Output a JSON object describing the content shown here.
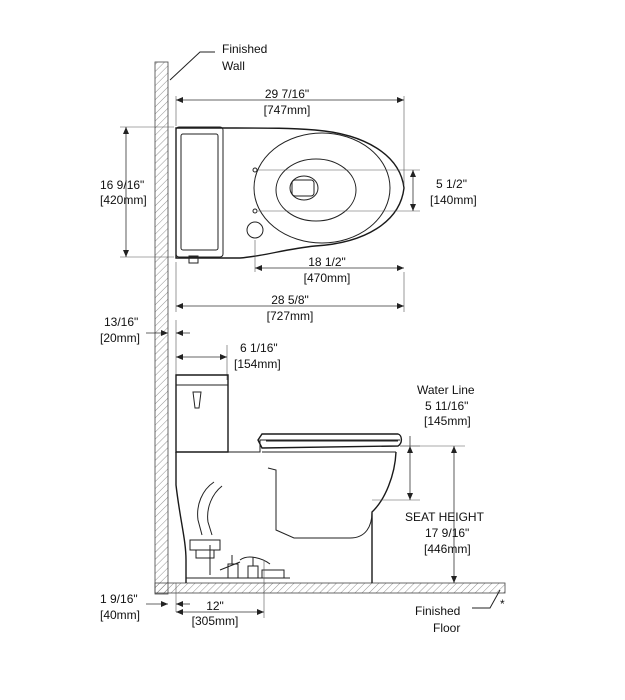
{
  "labels": {
    "wall_line1": "Finished",
    "wall_line2": "Wall",
    "floor_line1": "Finished",
    "floor_line2": "Floor",
    "asterisk": "*",
    "water_line": "Water Line",
    "seat_height": "SEAT HEIGHT"
  },
  "dimensions": {
    "overall_length": {
      "imperial": "29 7/16\"",
      "metric": "[747mm]"
    },
    "tank_depth": {
      "imperial": "16 9/16\"",
      "metric": "[420mm]"
    },
    "bowl_width": {
      "imperial": "5 1/2\"",
      "metric": "[140mm]"
    },
    "bolt_to_front": {
      "imperial": "18 1/2\"",
      "metric": "[470mm]"
    },
    "base_length": {
      "imperial": "28 5/8\"",
      "metric": "[727mm]"
    },
    "wall_gap": {
      "imperial": "13/16\"",
      "metric": "[20mm]"
    },
    "tank_offset": {
      "imperial": "6 1/16\"",
      "metric": "[154mm]"
    },
    "water_line_depth": {
      "imperial": "5 11/16\"",
      "metric": "[145mm]"
    },
    "seat_height": {
      "imperial": "17 9/16\"",
      "metric": "[446mm]"
    },
    "floor_gap": {
      "imperial": "1 9/16\"",
      "metric": "[40mm]"
    },
    "rough_in": {
      "imperial": "12\"",
      "metric": "[305mm]"
    }
  }
}
